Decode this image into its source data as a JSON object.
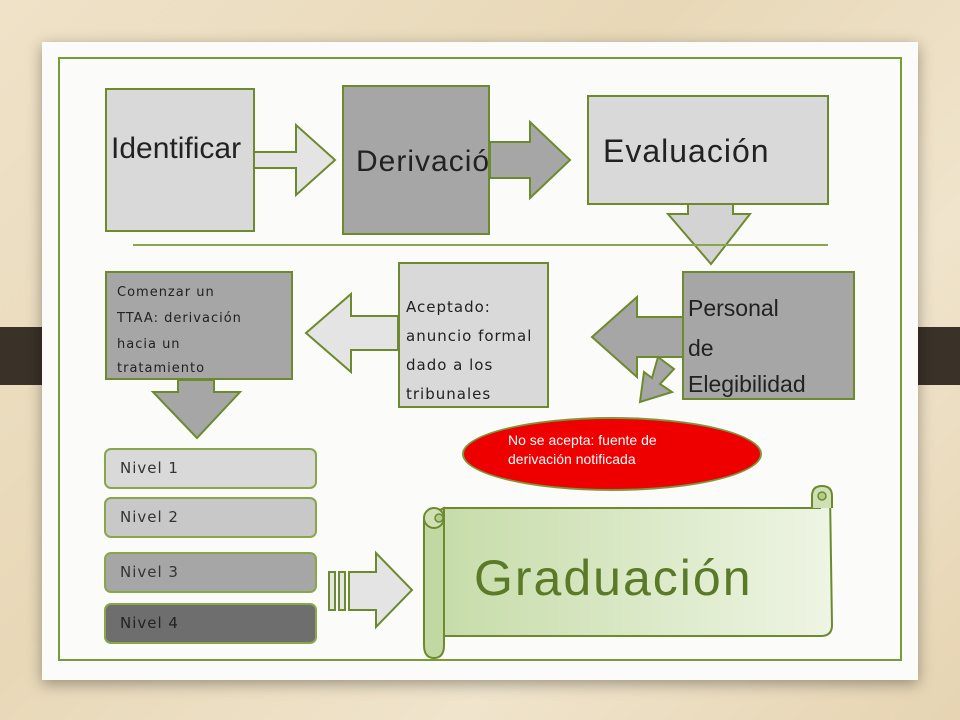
{
  "diagram": {
    "identificar": "Identificar",
    "derivacion": "Derivación",
    "evaluacion": "Evaluación",
    "personal": [
      "Personal",
      "de",
      "Elegibilidad"
    ],
    "aceptado": [
      "Aceptado:",
      "anuncio formal",
      "dado a los",
      "tribunales"
    ],
    "comenzar": [
      "Comenzar un",
      "TTAA: derivación",
      "hacia un",
      "tratamiento"
    ],
    "no_acepta": [
      "No se acepta: fuente de",
      "derivación notificada"
    ],
    "niveles": [
      "Nivel 1",
      "Nivel 2",
      "Nivel 3",
      "Nivel 4"
    ],
    "graduacion": "Graduación"
  },
  "colors": {
    "frame_green": "#7a9a3a",
    "box_light": "#d9d9d9",
    "box_dark": "#a6a6a6",
    "reject_red": "#ee0000",
    "scroll_green": "#d8e8c0"
  }
}
